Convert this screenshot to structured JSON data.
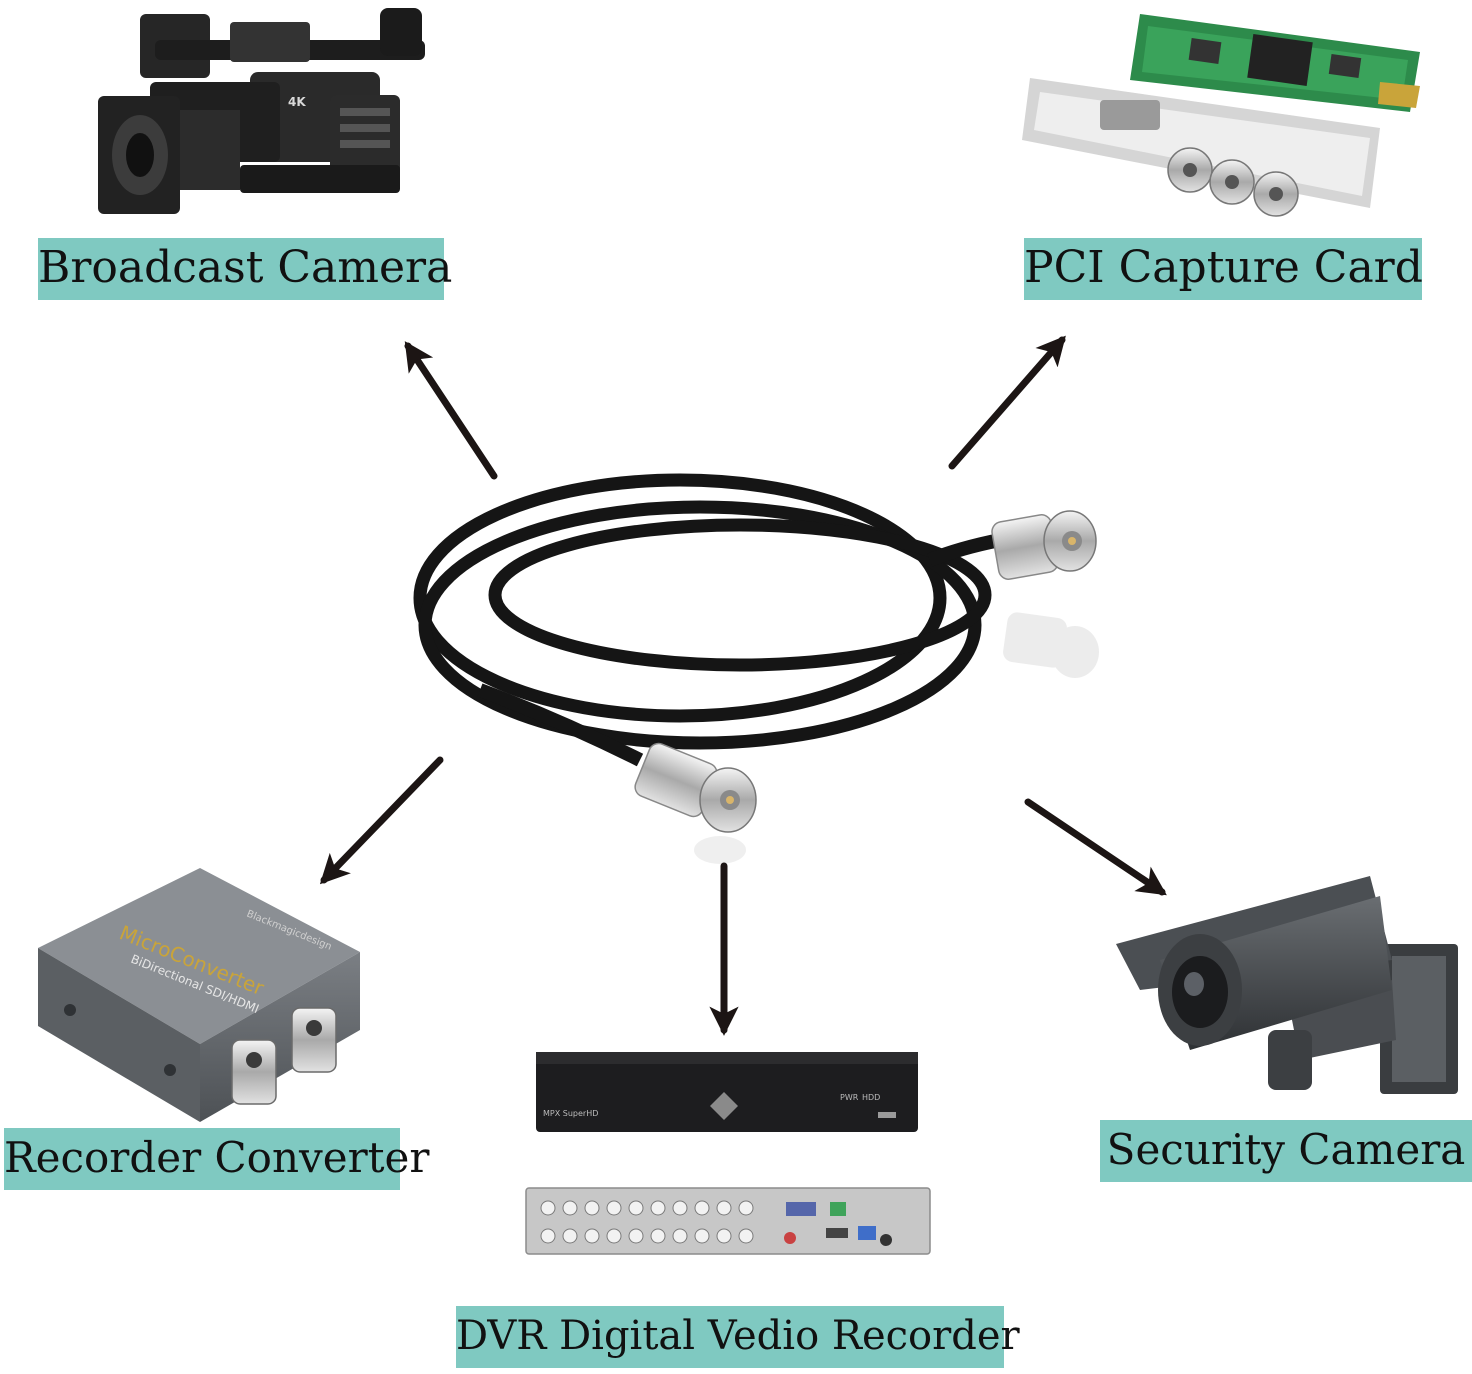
{
  "labels": {
    "broadcast_camera": "Broadcast Camera",
    "pci_capture_card": "PCI Capture Card",
    "recorder_converter": "Recorder Converter",
    "security_camera": "Security Camera",
    "dvr": "DVR Digital Vedio Recorder"
  },
  "device_text": {
    "camera_badge": "4K",
    "converter_brand": "Blackmagicdesign",
    "converter_title": "MicroConverter",
    "converter_subtitle": "BiDirectional SDI/HDMI",
    "dvr_model": "MPX SuperHD",
    "dvr_pwr": "PWR",
    "dvr_hdd": "HDD"
  },
  "colors": {
    "label_bg": "#7fc9c1",
    "arrow": "#1c1514",
    "cable": "#151515"
  }
}
